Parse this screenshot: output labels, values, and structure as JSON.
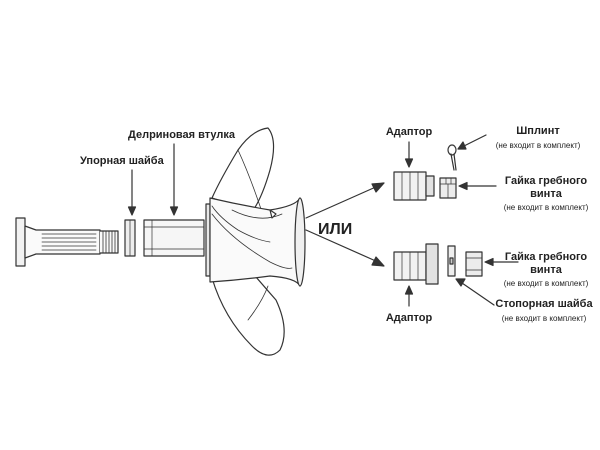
{
  "labels": {
    "thrust_washer": "Упорная шайба",
    "delrin_sleeve": "Делриновая втулка",
    "adapter_top": "Адаптор",
    "adapter_bottom": "Адаптор",
    "cotter_pin": "Шплинт",
    "cotter_pin_note": "(не входит в комплект)",
    "prop_nut_top_line1": "Гайка гребного",
    "prop_nut_top_line2": "винта",
    "prop_nut_top_note": "(не входит в комплект)",
    "prop_nut_bottom_line1": "Гайка гребного",
    "prop_nut_bottom_line2": "винта",
    "prop_nut_bottom_note": "(не входит в комплект)",
    "lock_washer": "Стопорная шайба",
    "lock_washer_note": "(не входит в комплект)",
    "or_text": "ИЛИ"
  }
}
